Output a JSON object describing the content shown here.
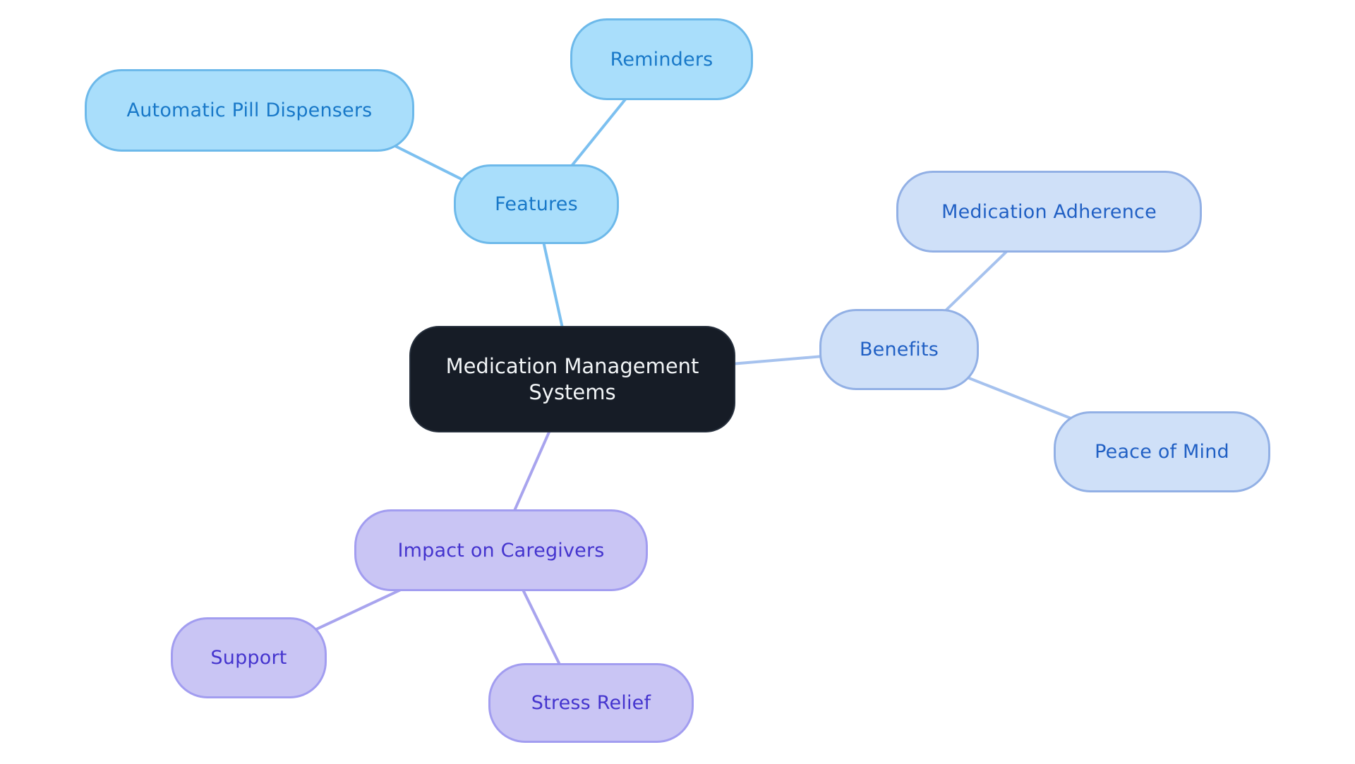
{
  "diagram": {
    "type": "mindmap",
    "title": "Medication Management Systems",
    "background_color": "#ffffff",
    "root": {
      "id": "central",
      "label": "Medication Management Systems",
      "fill": "#161c26",
      "border": "#262f3c",
      "text_color": "#f2f5f7"
    },
    "branches": [
      {
        "id": "features",
        "label": "Features",
        "fill": "#a9defb",
        "border": "#6db9ea",
        "text_color": "#1878c8",
        "edge_color": "#7cc0f0",
        "children": [
          {
            "id": "automatic-pill-dispensers",
            "label": "Automatic Pill Dispensers"
          },
          {
            "id": "reminders",
            "label": "Reminders"
          }
        ]
      },
      {
        "id": "benefits",
        "label": "Benefits",
        "fill": "#cfe0f8",
        "border": "#92b0e5",
        "text_color": "#2160c4",
        "edge_color": "#a6c2ee",
        "children": [
          {
            "id": "medication-adherence",
            "label": "Medication Adherence"
          },
          {
            "id": "peace-of-mind",
            "label": "Peace of Mind"
          }
        ]
      },
      {
        "id": "impact-on-caregivers",
        "label": "Impact on Caregivers",
        "fill": "#c9c5f4",
        "border": "#a29df0",
        "text_color": "#4434ce",
        "edge_color": "#a8a4ee",
        "children": [
          {
            "id": "support",
            "label": "Support"
          },
          {
            "id": "stress-relief",
            "label": "Stress Relief"
          }
        ]
      }
    ]
  }
}
